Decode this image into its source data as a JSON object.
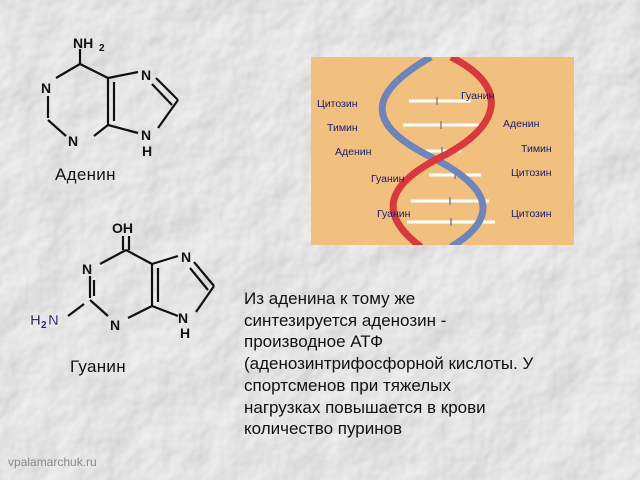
{
  "adenine": {
    "name": "Аденин",
    "atoms": {
      "nh2": "NH",
      "nh2_sub": "2",
      "n1": "N",
      "n3": "N",
      "n7": "N",
      "n9": "N",
      "h9": "H"
    }
  },
  "guanine": {
    "name": "Гуанин",
    "atoms": {
      "oh": "OH",
      "n1": "N",
      "n3": "N",
      "n7": "N",
      "n9": "N",
      "h9": "H",
      "h2n": "H",
      "h2n_sub": "2",
      "h2n_n": "N"
    }
  },
  "dna": {
    "left_labels": [
      "Цитозин",
      "Тимин",
      "Аденин",
      "Гуанин",
      "Гуанин"
    ],
    "right_labels": [
      "Гуанин",
      "Аденин",
      "Тимин",
      "Цитозин",
      "Цитозин"
    ],
    "colors": {
      "strand_red": "#d8393a",
      "strand_blue": "#6f84b8",
      "background": "#f2c07e"
    }
  },
  "description": {
    "lines": [
      "Из аденина к тому же",
      "синтезируется аденозин -",
      "производное АТФ",
      "(аденозинтрифосфорной кислоты. У",
      "спортсменов при тяжелых",
      "нагрузках повышается в крови",
      "количество пуринов"
    ]
  },
  "watermark": "vpalamarchuk.ru"
}
